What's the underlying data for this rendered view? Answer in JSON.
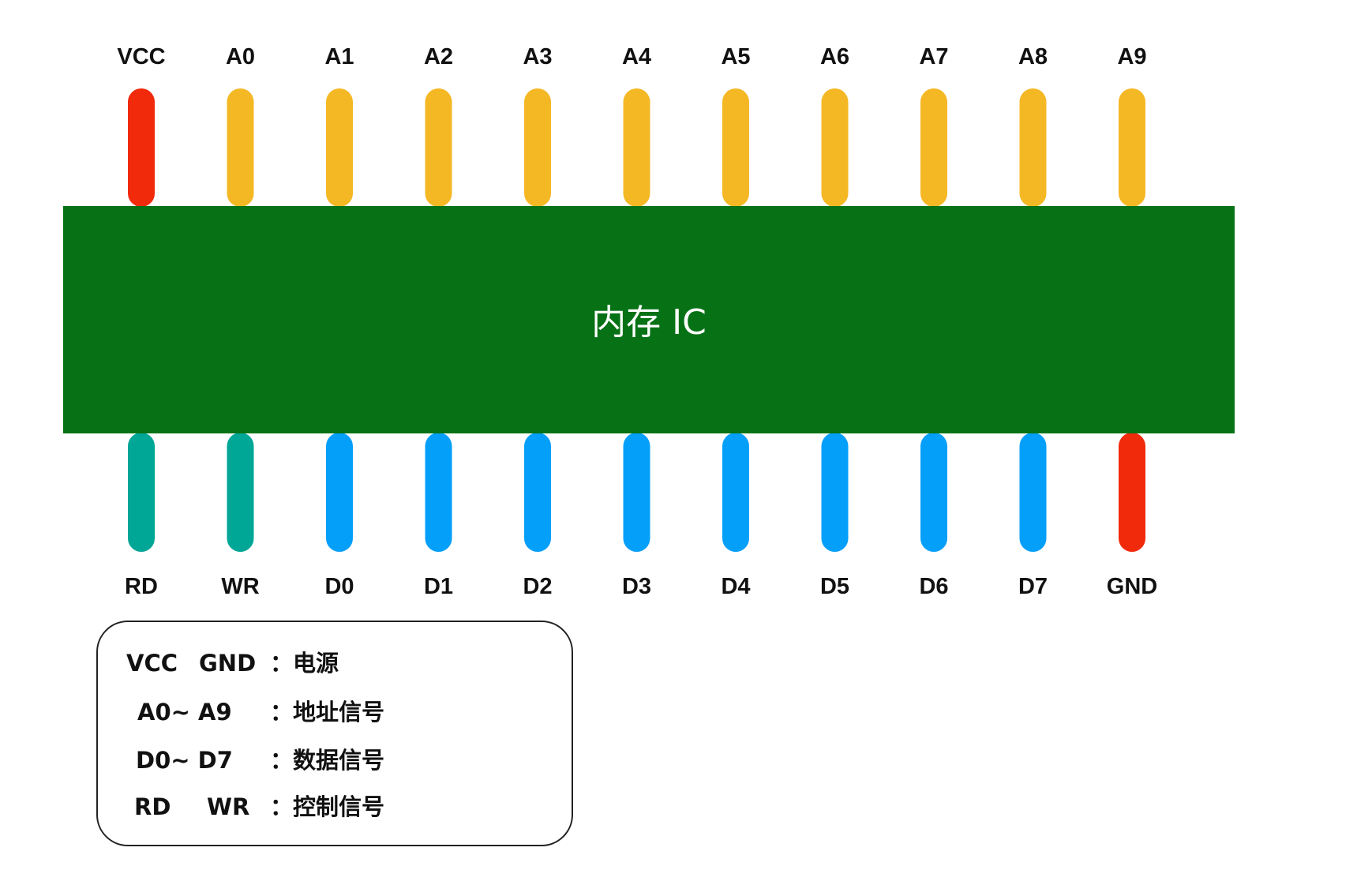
{
  "chip": {
    "label": "内存 IC",
    "body_color": "#067115"
  },
  "pin_colors": {
    "power": "#f12a0c",
    "address": "#f5b825",
    "control": "#00a696",
    "data": "#049ff9"
  },
  "top_pins": [
    {
      "label": "VCC",
      "kind": "power"
    },
    {
      "label": "A0",
      "kind": "address"
    },
    {
      "label": "A1",
      "kind": "address"
    },
    {
      "label": "A2",
      "kind": "address"
    },
    {
      "label": "A3",
      "kind": "address"
    },
    {
      "label": "A4",
      "kind": "address"
    },
    {
      "label": "A5",
      "kind": "address"
    },
    {
      "label": "A6",
      "kind": "address"
    },
    {
      "label": "A7",
      "kind": "address"
    },
    {
      "label": "A8",
      "kind": "address"
    },
    {
      "label": "A9",
      "kind": "address"
    }
  ],
  "bottom_pins": [
    {
      "label": "RD",
      "kind": "control"
    },
    {
      "label": "WR",
      "kind": "control"
    },
    {
      "label": "D0",
      "kind": "data"
    },
    {
      "label": "D1",
      "kind": "data"
    },
    {
      "label": "D2",
      "kind": "data"
    },
    {
      "label": "D3",
      "kind": "data"
    },
    {
      "label": "D4",
      "kind": "data"
    },
    {
      "label": "D5",
      "kind": "data"
    },
    {
      "label": "D6",
      "kind": "data"
    },
    {
      "label": "D7",
      "kind": "data"
    },
    {
      "label": "GND",
      "kind": "power"
    }
  ],
  "legend": [
    {
      "terms": [
        "VCC",
        "GND"
      ],
      "description": "：电源"
    },
    {
      "terms": [
        "A0~ A9"
      ],
      "description": "：地址信号"
    },
    {
      "terms": [
        "D0~ D7"
      ],
      "description": "：数据信号"
    },
    {
      "terms": [
        "RD",
        "WR"
      ],
      "description": "：控制信号"
    }
  ]
}
